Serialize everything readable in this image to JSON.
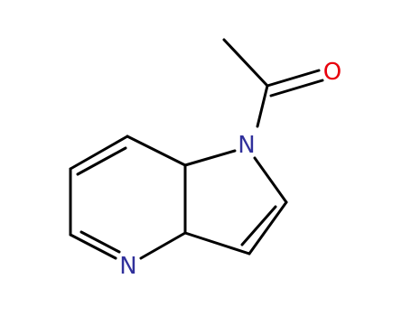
{
  "molecule": {
    "atoms": {
      "n_pyridine": {
        "label": "N",
        "color": "#30309b"
      },
      "n_pyrrole": {
        "label": "N",
        "color": "#30309b"
      },
      "o_carbonyl": {
        "label": "O",
        "color": "#e8000c"
      }
    },
    "colors": {
      "bond": "#000000",
      "nitrogen": "#30309b",
      "oxygen": "#e8000c"
    }
  }
}
